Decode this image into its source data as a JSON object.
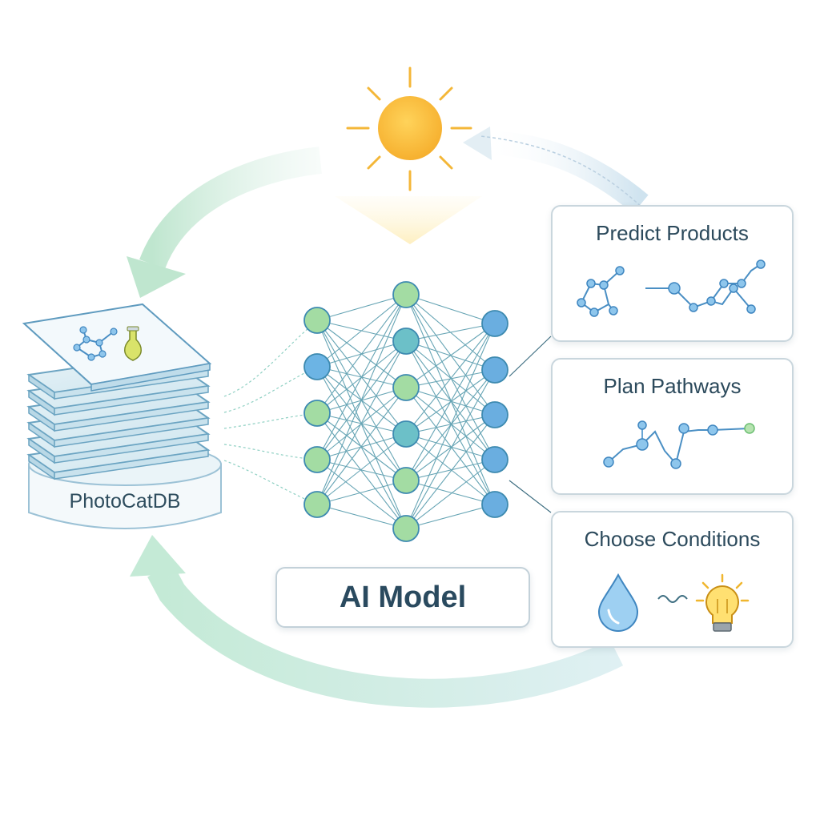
{
  "database": {
    "label": "PhotoCatDB"
  },
  "model": {
    "label": "AI Model"
  },
  "outputs": [
    {
      "title": "Predict Products"
    },
    {
      "title": "Plan Pathways"
    },
    {
      "title": "Choose Conditions"
    }
  ],
  "icons": {
    "sun": "sun-icon",
    "database": "database-stack-icon",
    "network": "neural-network-icon",
    "cycle": "cycle-arrow-icon",
    "products": "molecule-icon",
    "pathways": "pathway-chain-icon",
    "conditions": [
      "water-drop-icon",
      "lightbulb-icon"
    ]
  },
  "colors": {
    "green_node": "#9ed89b",
    "blue_node": "#6aaee0",
    "teal_node": "#6cc0c8",
    "sun": "#f7b733",
    "arrow": "#cdebdd",
    "text": "#2c4a5c"
  }
}
